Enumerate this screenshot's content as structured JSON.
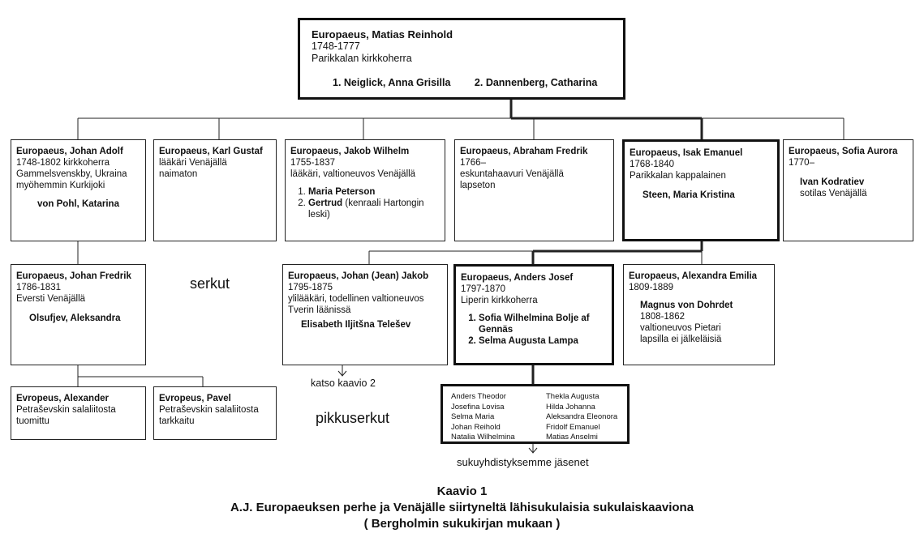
{
  "root": {
    "name": "Europaeus, Matias Reinhold",
    "years": "1748-1777",
    "role": "Parikkalan kirkkoherra",
    "spouse1": "1. Neiglick, Anna Grisilla",
    "spouse2": "2. Dannenberg, Catharina"
  },
  "children": [
    {
      "name": "Europaeus, Johan Adolf",
      "lines": [
        "1748-1802 kirkkoherra",
        "Gammelsvenskby, Ukraina",
        "myöhemmin Kurkijoki"
      ],
      "spouse": "von Pohl, Katarina"
    },
    {
      "name": "Europaeus, Karl Gustaf",
      "lines": [
        "lääkäri Venäjällä",
        "naimaton"
      ]
    },
    {
      "name": "Europaeus, Jakob Wilhelm",
      "lines": [
        "1755-1837",
        "lääkäri, valtioneuvos Venäjällä"
      ],
      "spouses": [
        {
          "name": "Maria Peterson",
          "note": ""
        },
        {
          "name": "Gertrud",
          "note": " (kenraali Hartongin leski)"
        }
      ]
    },
    {
      "name": "Europaeus, Abraham Fredrik",
      "lines": [
        "1766–",
        "eskuntahaavuri Venäjällä",
        "lapseton"
      ]
    },
    {
      "name": "Europaeus, Isak Emanuel",
      "lines": [
        "1768-1840",
        "Parikkalan kappalainen"
      ],
      "spouse": "Steen, Maria Kristina"
    },
    {
      "name": "Europaeus, Sofia Aurora",
      "lines": [
        "1770–"
      ],
      "spouse": "Ivan Kodratiev",
      "spouse_line": "sotilas Venäjällä"
    }
  ],
  "grandchildren": [
    {
      "name": "Europaeus, Johan Fredrik",
      "lines": [
        "1786-1831",
        "Eversti Venäjällä"
      ],
      "spouse": "Olsufjev, Aleksandra"
    },
    {
      "name": "Europaeus, Johan (Jean) Jakob",
      "lines": [
        "1795-1875",
        "ylilääkäri, todellinen valtioneuvos",
        "Tverin läänissä"
      ],
      "spouse": "Elisabeth Iljitšna Telešev"
    },
    {
      "name": "Europaeus, Anders Josef",
      "lines": [
        "1797-1870",
        "Liperin kirkkoherra"
      ],
      "spouses": [
        "Sofia Wilhelmina Bolje af Gennäs",
        "Selma Augusta Lampa"
      ]
    },
    {
      "name": "Europaeus, Alexandra Emilia",
      "lines": [
        "1809-1889"
      ],
      "spouse": "Magnus von Dohrdet",
      "spouse_lines": [
        "1808-1862",
        "valtioneuvos Pietari",
        "lapsilla ei jälkeläisiä"
      ]
    }
  ],
  "great": [
    {
      "name": "Evropeus, Alexander",
      "lines": [
        "Petraševskin salaliitosta",
        "tuomittu"
      ]
    },
    {
      "name": "Evropeus, Pavel",
      "lines": [
        "Petraševskin salaliitosta",
        "tarkkaitu"
      ]
    }
  ],
  "anders_children": {
    "left": [
      "Anders Theodor",
      "Josefina Lovisa",
      "Selma Maria",
      "Johan Reihold",
      "Natalia Wilhelmina"
    ],
    "right": [
      "Thekla Augusta",
      "Hilda Johanna",
      "Aleksandra Eleonora",
      "Fridolf Emanuel",
      "Matias Anselmi"
    ]
  },
  "labels": {
    "serkut": "serkut",
    "pikkuserkut": "pikkuserkut",
    "katso": "katso kaavio 2",
    "jasenet": "sukuyhdistyksemme jäsenet"
  },
  "caption": {
    "line1": "Kaavio 1",
    "line2": "A.J. Europaeuksen perhe  ja Venäjälle siirtyneltä lähisukulaisia sukulaiskaaviona",
    "line3": "( Bergholmin sukukirjan mukaan )"
  }
}
